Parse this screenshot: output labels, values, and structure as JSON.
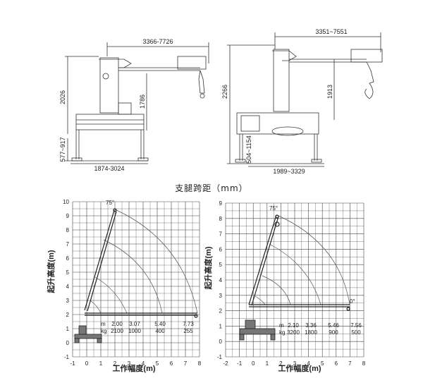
{
  "side_view": {
    "reach_dim": "3366-7726",
    "height_left_dim": "2026",
    "height_inner_dim": "1786",
    "leg_height_dim": "577~917",
    "span_dim": "1874-3024"
  },
  "rear_view": {
    "reach_dim": "3351~7551",
    "height_left_dim": "2266",
    "height_right_dim": "1913",
    "leg_height_dim": "504~1154",
    "span_dim": "1989~3329"
  },
  "caption": "支腿跨距（mm）",
  "charts": [
    {
      "x_ticks": [
        "-1",
        "0",
        "1",
        "2",
        "3",
        "4",
        "5",
        "6",
        "7",
        "8"
      ],
      "y_ticks": [
        "-1",
        "0",
        "1",
        "2",
        "3",
        "4",
        "5",
        "6",
        "7",
        "8",
        "9",
        "10"
      ],
      "y_label": "起升高度(m)",
      "x_label": "工作幅度(m)",
      "angle_top": "75°",
      "angle_bottom": "",
      "row_m_label": "m",
      "row_kg_label": "kg",
      "m_values": [
        "2.00",
        "3.07",
        "5.40",
        "7.73"
      ],
      "kg_values": [
        "2100",
        "1000",
        "400",
        "255"
      ]
    },
    {
      "x_ticks": [
        "-2",
        "-1",
        "0",
        "1",
        "2",
        "3",
        "4",
        "5",
        "6",
        "7",
        "8"
      ],
      "y_ticks": [
        "-1",
        "0",
        "1",
        "2",
        "3",
        "4",
        "5",
        "6",
        "7",
        "8",
        "9"
      ],
      "y_label": "起升高度(m)",
      "x_label": "工作幅度(m)",
      "angle_top": "75°",
      "angle_bottom": "0°",
      "row_m_label": "m",
      "row_kg_label": "kg",
      "m_values": [
        "2.10",
        "3.36",
        "5.46",
        "7.56"
      ],
      "kg_values": [
        "3200",
        "1800",
        "900",
        "500"
      ]
    }
  ]
}
